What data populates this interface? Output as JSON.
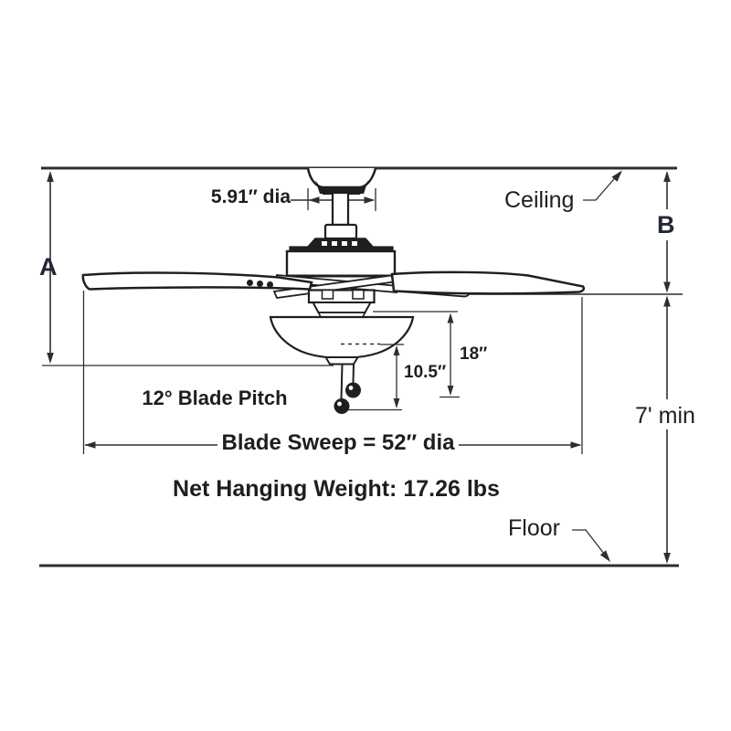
{
  "labels": {
    "ceiling": "Ceiling",
    "floor": "Floor",
    "height_a": "A",
    "height_b": "B",
    "min_floor_clearance": "7' min",
    "canopy_diameter": "5.91″ dia",
    "blade_pitch": "12° Blade Pitch",
    "fan_depth": "18″",
    "light_depth": "10.5″",
    "blade_sweep": "Blade Sweep = 52″ dia",
    "net_weight": "Net Hanging Weight: 17.26 lbs"
  },
  "colors": {
    "background": "#ffffff",
    "line": "#2e2e2e",
    "drawing": "#1f1f1f",
    "text": "#1e1e1e",
    "dim_letter": "#232838"
  }
}
